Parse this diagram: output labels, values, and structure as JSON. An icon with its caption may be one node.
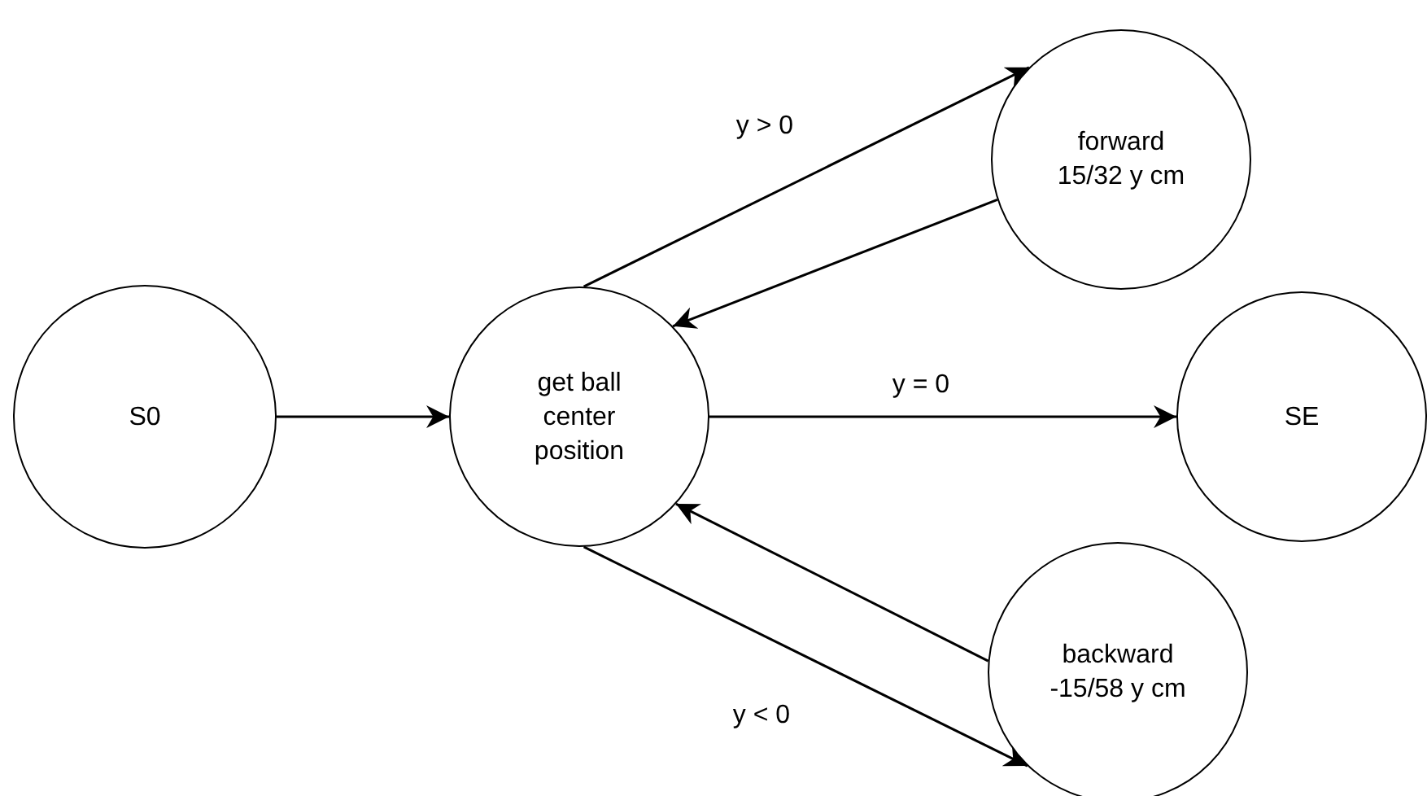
{
  "diagram": {
    "nodes": [
      {
        "text": [
          "S0"
        ]
      },
      {
        "text": [
          "get ball center position"
        ]
      },
      {
        "text": [
          "forward 15/32 y cm"
        ]
      },
      {
        "text": [
          "SE"
        ]
      },
      {
        "text": [
          "backward -15/58 y cm"
        ]
      }
    ],
    "edges": [
      {
        "from": 0,
        "to": 1,
        "arrow": "to"
      },
      {
        "from": 1,
        "to": 2,
        "arrow": "to",
        "label": "y > 0"
      },
      {
        "from": 2,
        "to": 1,
        "arrow": "to"
      },
      {
        "from": 1,
        "to": 3,
        "arrow": "to",
        "label": "y = 0"
      },
      {
        "from": 4,
        "to": 1,
        "arrow": "to"
      },
      {
        "from": 1,
        "to": 4,
        "arrow": "to",
        "label": "y < 0"
      }
    ]
  }
}
